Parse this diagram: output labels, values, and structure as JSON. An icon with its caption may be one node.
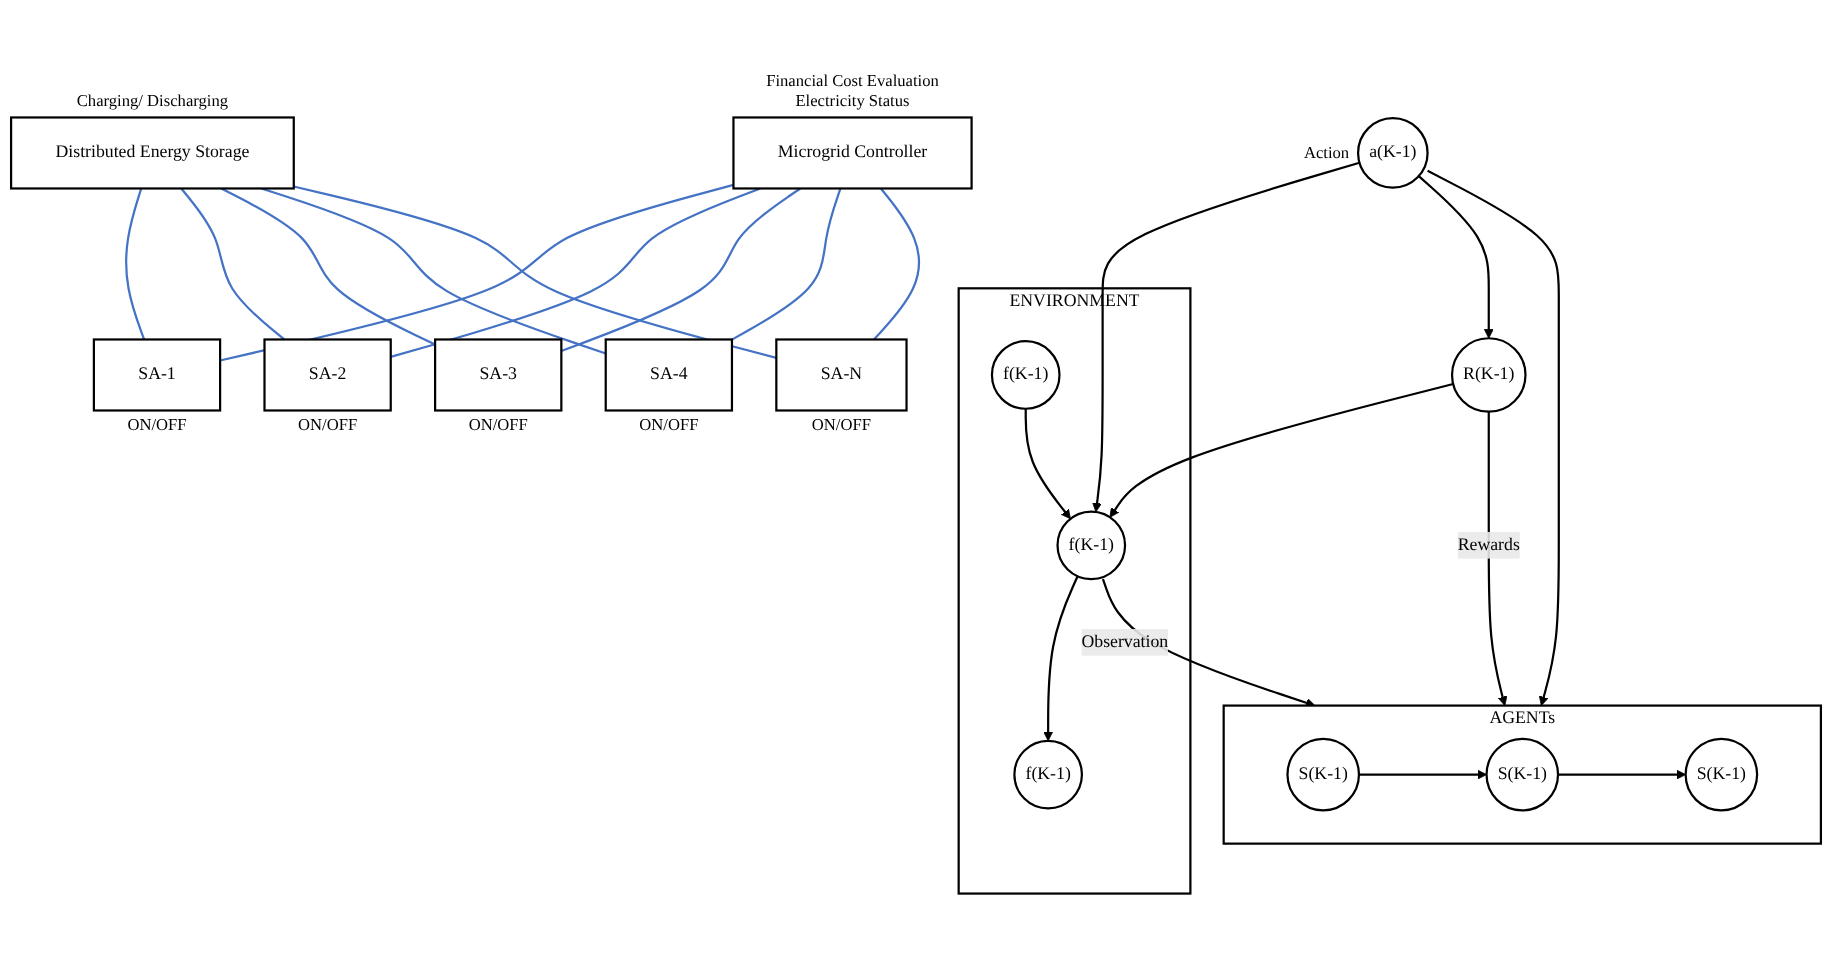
{
  "diagram": {
    "nodes": [
      {
        "text": [
          "Distributed Energy Storage"
        ],
        "beside": [
          "Charging/ Discharging"
        ]
      },
      {
        "text": [
          "Microgrid Controller"
        ],
        "beside": [
          "Financial Cost Evaluation",
          "Electricity Status"
        ]
      },
      {
        "text": [
          "SA-1"
        ],
        "beside": [
          "ON/OFF"
        ]
      },
      {
        "text": [
          "SA-2"
        ],
        "beside": [
          "ON/OFF"
        ]
      },
      {
        "text": [
          "SA-3"
        ],
        "beside": [
          "ON/OFF"
        ]
      },
      {
        "text": [
          "SA-4"
        ],
        "beside": [
          "ON/OFF"
        ]
      },
      {
        "text": [
          "SA-N"
        ],
        "beside": [
          "ON/OFF"
        ]
      },
      {
        "text": [
          "ENVIRONMENT"
        ]
      },
      {
        "text": [
          "f(K-1)"
        ],
        "in": 7
      },
      {
        "text": [
          "f(K-1)"
        ],
        "in": 7
      },
      {
        "text": [
          "f(K-1)"
        ],
        "in": 7
      },
      {
        "text": [
          "a(K-1)"
        ],
        "beside": [
          "Action"
        ]
      },
      {
        "text": [
          "R(K-1)"
        ]
      },
      {
        "text": [
          "AGENTs"
        ]
      },
      {
        "text": [
          "S(K-1)"
        ],
        "in": 13
      },
      {
        "text": [
          "S(K-1)"
        ],
        "in": 13
      },
      {
        "text": [
          "S(K-1)"
        ],
        "in": 13
      }
    ],
    "edges": [
      {
        "from": 0,
        "to": 2,
        "arrow": "none",
        "color": "#4472c4"
      },
      {
        "from": 0,
        "to": 3,
        "arrow": "none",
        "color": "#4472c4"
      },
      {
        "from": 0,
        "to": 4,
        "arrow": "none",
        "color": "#4472c4"
      },
      {
        "from": 0,
        "to": 5,
        "arrow": "none",
        "color": "#4472c4"
      },
      {
        "from": 0,
        "to": 6,
        "arrow": "none",
        "color": "#4472c4"
      },
      {
        "from": 1,
        "to": 2,
        "arrow": "none",
        "color": "#4472c4"
      },
      {
        "from": 1,
        "to": 3,
        "arrow": "none",
        "color": "#4472c4"
      },
      {
        "from": 1,
        "to": 4,
        "arrow": "none",
        "color": "#4472c4"
      },
      {
        "from": 1,
        "to": 5,
        "arrow": "none",
        "color": "#4472c4"
      },
      {
        "from": 1,
        "to": 6,
        "arrow": "none",
        "color": "#4472c4"
      },
      {
        "from": 8,
        "to": 9,
        "arrow": "to",
        "color": "#000000"
      },
      {
        "from": 9,
        "to": 10,
        "arrow": "to",
        "color": "#000000"
      },
      {
        "from": 11,
        "to": 9,
        "arrow": "to",
        "color": "#000000"
      },
      {
        "from": 12,
        "to": 9,
        "arrow": "to",
        "color": "#000000"
      },
      {
        "from": 11,
        "to": 12,
        "arrow": "to",
        "color": "#000000"
      },
      {
        "from": 9,
        "to": 13,
        "label": "Observation",
        "arrow": "to",
        "color": "#000000"
      },
      {
        "from": 11,
        "to": 13,
        "arrow": "to",
        "color": "#000000"
      },
      {
        "from": 12,
        "to": 13,
        "label": "Rewards",
        "arrow": "to",
        "color": "#000000"
      },
      {
        "from": 14,
        "to": 15,
        "arrow": "to",
        "color": "#000000"
      },
      {
        "from": 15,
        "to": 16,
        "arrow": "to",
        "color": "#000000"
      }
    ]
  }
}
